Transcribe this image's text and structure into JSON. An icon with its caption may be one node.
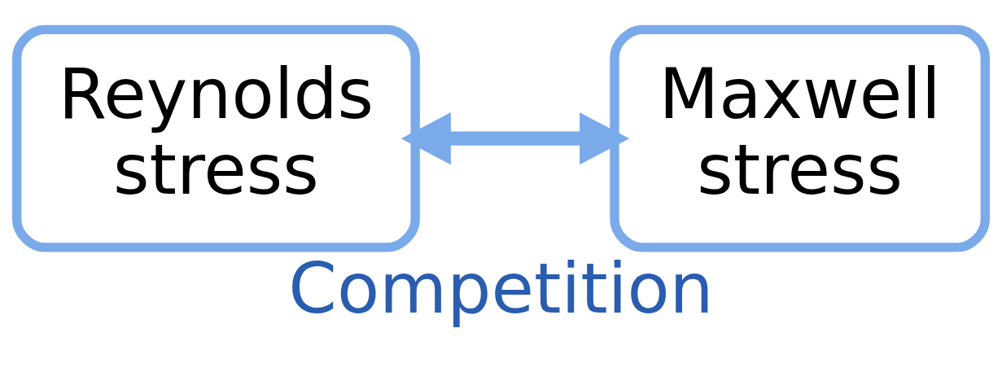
{
  "diagram": {
    "caption": "Competition",
    "nodes": [
      {
        "text": [
          "Reynolds stress"
        ]
      },
      {
        "text": [
          "Maxwell stress"
        ]
      }
    ],
    "edges": [
      {
        "from": 0,
        "to": 1,
        "arrow": "both"
      }
    ]
  }
}
